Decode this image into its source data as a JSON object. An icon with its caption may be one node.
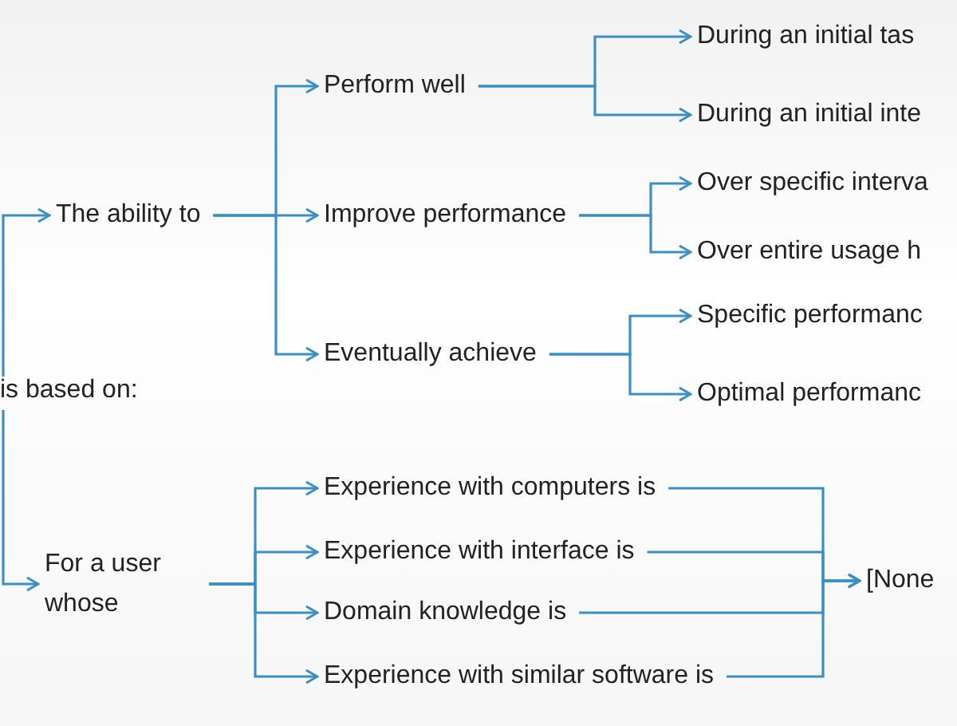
{
  "diagram": {
    "nodes": [
      {
        "text": [
          "is based on:"
        ]
      },
      {
        "text": [
          "The ability  to"
        ]
      },
      {
        "text": [
          "Perform well"
        ]
      },
      {
        "text": [
          "Improve performance"
        ]
      },
      {
        "text": [
          "Eventually achieve"
        ]
      },
      {
        "text": [
          "During an initial tas"
        ]
      },
      {
        "text": [
          "During an initial inte"
        ]
      },
      {
        "text": [
          "Over specific interva"
        ]
      },
      {
        "text": [
          "Over entire usage h"
        ]
      },
      {
        "text": [
          "Specific performanc"
        ]
      },
      {
        "text": [
          "Optimal performanc"
        ]
      },
      {
        "text": [
          "For a user whose"
        ]
      },
      {
        "text": [
          "Experience with computers is"
        ]
      },
      {
        "text": [
          "Experience with interface is"
        ]
      },
      {
        "text": [
          "Domain knowledge is"
        ]
      },
      {
        "text": [
          "Experience with similar software is"
        ]
      },
      {
        "text": [
          "[None"
        ]
      }
    ],
    "edges": [
      {
        "from": 0,
        "to": 1,
        "arrow": "to"
      },
      {
        "from": 0,
        "to": 11,
        "arrow": "to"
      },
      {
        "from": 1,
        "to": 2,
        "arrow": "to"
      },
      {
        "from": 1,
        "to": 3,
        "arrow": "to"
      },
      {
        "from": 1,
        "to": 4,
        "arrow": "to"
      },
      {
        "from": 2,
        "to": 5,
        "arrow": "to"
      },
      {
        "from": 2,
        "to": 6,
        "arrow": "to"
      },
      {
        "from": 3,
        "to": 7,
        "arrow": "to"
      },
      {
        "from": 3,
        "to": 8,
        "arrow": "to"
      },
      {
        "from": 4,
        "to": 9,
        "arrow": "to"
      },
      {
        "from": 4,
        "to": 10,
        "arrow": "to"
      },
      {
        "from": 11,
        "to": 12,
        "arrow": "to"
      },
      {
        "from": 11,
        "to": 13,
        "arrow": "to"
      },
      {
        "from": 11,
        "to": 14,
        "arrow": "to"
      },
      {
        "from": 11,
        "to": 15,
        "arrow": "to"
      },
      {
        "from": 12,
        "to": 16,
        "arrow": "to"
      },
      {
        "from": 13,
        "to": 16,
        "arrow": "to"
      },
      {
        "from": 14,
        "to": 16,
        "arrow": "to"
      },
      {
        "from": 15,
        "to": 16,
        "arrow": "to"
      }
    ]
  }
}
